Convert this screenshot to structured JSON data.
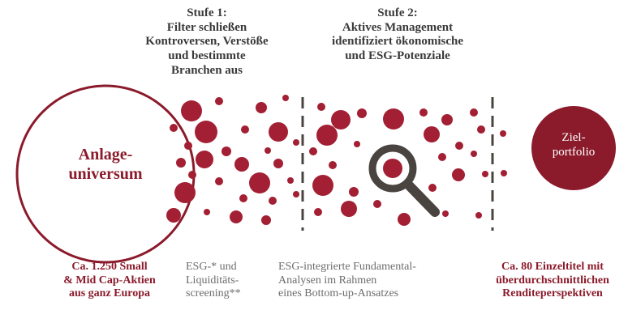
{
  "stage1": {
    "heading": "Stufe 1:",
    "lines": [
      "Filter schließen",
      "Kontroversen, Verstöße",
      "und bestimmte",
      "Branchen aus"
    ]
  },
  "stage2": {
    "heading": "Stufe 2:",
    "lines": [
      "Aktives Management",
      "identifiziert ökonomische",
      "und ESG-Potenziale"
    ]
  },
  "universe": {
    "lines": [
      "Anlage-",
      "universum"
    ]
  },
  "target": {
    "lines": [
      "Ziel-",
      "portfolio"
    ]
  },
  "captions": {
    "universe": [
      "Ca. 1.250 Small",
      "& Mid Cap-Aktien",
      "aus ganz Europa"
    ],
    "screening": [
      "ESG-* und",
      "Liquiditäts-",
      "screening**"
    ],
    "analysis": [
      "ESG-integrierte Fundamental-",
      "Analysen im Rahmen",
      "eines Bottom-up-Ansatzes"
    ],
    "target": [
      "Ca. 80 Einzeltitel mit",
      "überdurchschnittlichen",
      "Renditeperspektiven"
    ]
  },
  "colors": {
    "accent": "#8b1a2b",
    "dots": "#a31f33",
    "text_dark": "#3a3a3a",
    "text_gray": "#6d6d6d",
    "divider": "#4a4440"
  },
  "icons": {
    "search": "magnifier-icon"
  }
}
